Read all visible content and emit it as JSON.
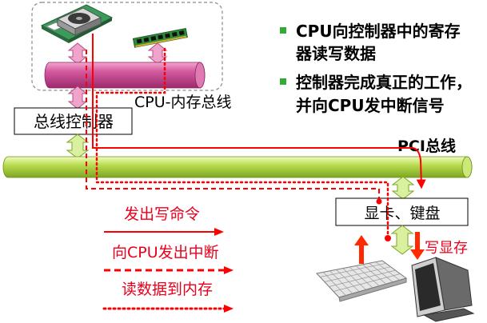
{
  "labels": {
    "cpu_memory_bus": "CPU-内存总线",
    "bus_controller": "总线控制器",
    "pci_bus": "PCI总线",
    "display_keyboard": "显卡、键盘",
    "write_vram": "写显存"
  },
  "bullets": [
    {
      "lines": [
        "CPU向控制器中的寄存",
        "器读写数据"
      ]
    },
    {
      "lines": [
        "控制器完成真正的工作，",
        "并向CPU发中断信号"
      ]
    }
  ],
  "legend": [
    {
      "label": "发出写命令"
    },
    {
      "label": "向CPU发出中断"
    },
    {
      "label": "读数据到内存"
    }
  ],
  "icons": {
    "cpu": "cpu-icon",
    "memory": "memory-icon",
    "keyboard": "keyboard-icon",
    "monitor": "monitor-icon",
    "bullet": "green-square-icon"
  },
  "colors": {
    "signal_red": "#ff0000",
    "memory_bus": "#c8408a",
    "pci_bus": "#a8d040",
    "bullet_green": "#33aa33"
  }
}
